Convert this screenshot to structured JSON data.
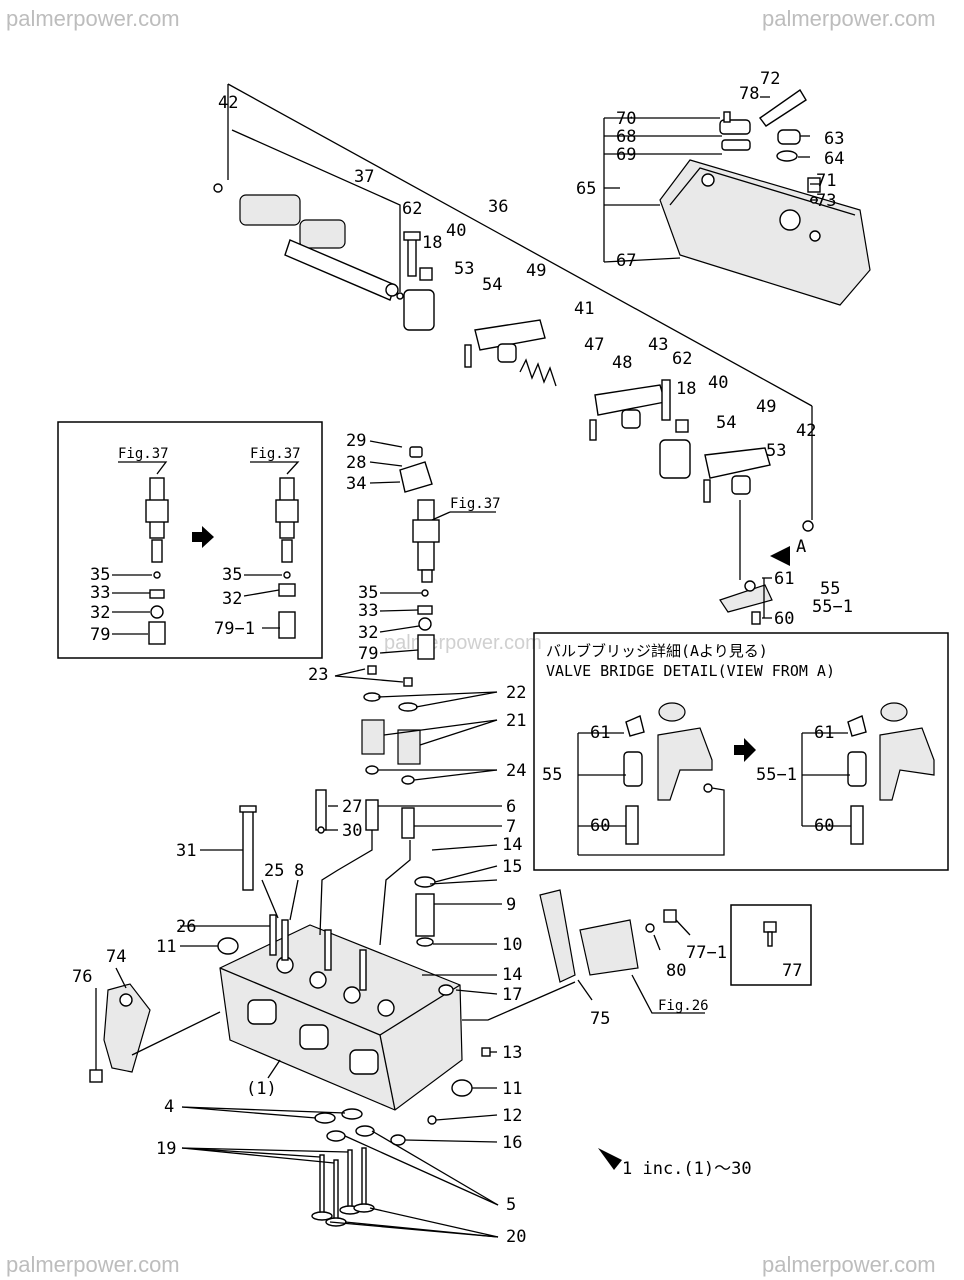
{
  "watermarks": {
    "top_left": "palmerpower.com",
    "top_right": "palmerpower.com",
    "bottom_left": "palmerpower.com",
    "bottom_right": "palmerpower.com",
    "center": "palmerpower.com"
  },
  "detail": {
    "title_jp": "バルブブリッジ詳細(Aより見る)",
    "title_en": "VALVE BRIDGE DETAIL(VIEW FROM A)"
  },
  "note": "1 inc.(1)～30",
  "view_label": "A",
  "fig_refs": [
    "Fig.37",
    "Fig.37",
    "Fig.37",
    "Fig.26"
  ],
  "labels": {
    "l72": "72",
    "l78": "78",
    "l70": "70",
    "l68": "68",
    "l69": "69",
    "l65": "65",
    "l67": "67",
    "l63": "63",
    "l64": "64",
    "l71": "71",
    "l73": "73",
    "l42a": "42",
    "l37": "37",
    "l36": "36",
    "l62a": "62",
    "l18a": "18",
    "l40a": "40",
    "l53a": "53",
    "l54a": "54",
    "l49a": "49",
    "l41": "41",
    "l47": "47",
    "l48": "48",
    "l43": "43",
    "l62b": "62",
    "l18b": "18",
    "l40b": "40",
    "l49b": "49",
    "l54b": "54",
    "l53b": "53",
    "l42b": "42",
    "l29": "29",
    "l28": "28",
    "l34": "34",
    "l35a": "35",
    "l33a": "33",
    "l32a": "32",
    "l79a": "79",
    "l35b": "35",
    "l32b": "32",
    "l79_1": "79−1",
    "l35c": "35",
    "l33c": "33",
    "l32c": "32",
    "l79c": "79",
    "l61": "61",
    "l55": "55",
    "l55_1": "55−1",
    "l60": "60",
    "d61a": "61",
    "d55": "55",
    "d60a": "60",
    "d61b": "61",
    "d55_1": "55−1",
    "d60b": "60",
    "l23": "23",
    "l22": "22",
    "l21": "21",
    "l24": "24",
    "l27": "27",
    "l30": "30",
    "l6": "6",
    "l7": "7",
    "l14a": "14",
    "l15": "15",
    "l9": "9",
    "l10": "10",
    "l14b": "14",
    "l17": "17",
    "l13": "13",
    "l11b": "11",
    "l12": "12",
    "l16": "16",
    "l31": "31",
    "l25": "25",
    "l8": "8",
    "l26": "26",
    "l11a": "11",
    "l74": "74",
    "l76": "76",
    "l1": "(1)",
    "l4": "4",
    "l19": "19",
    "l5": "5",
    "l20": "20",
    "l75": "75",
    "l80": "80",
    "l77_1": "77−1",
    "l77": "77"
  }
}
